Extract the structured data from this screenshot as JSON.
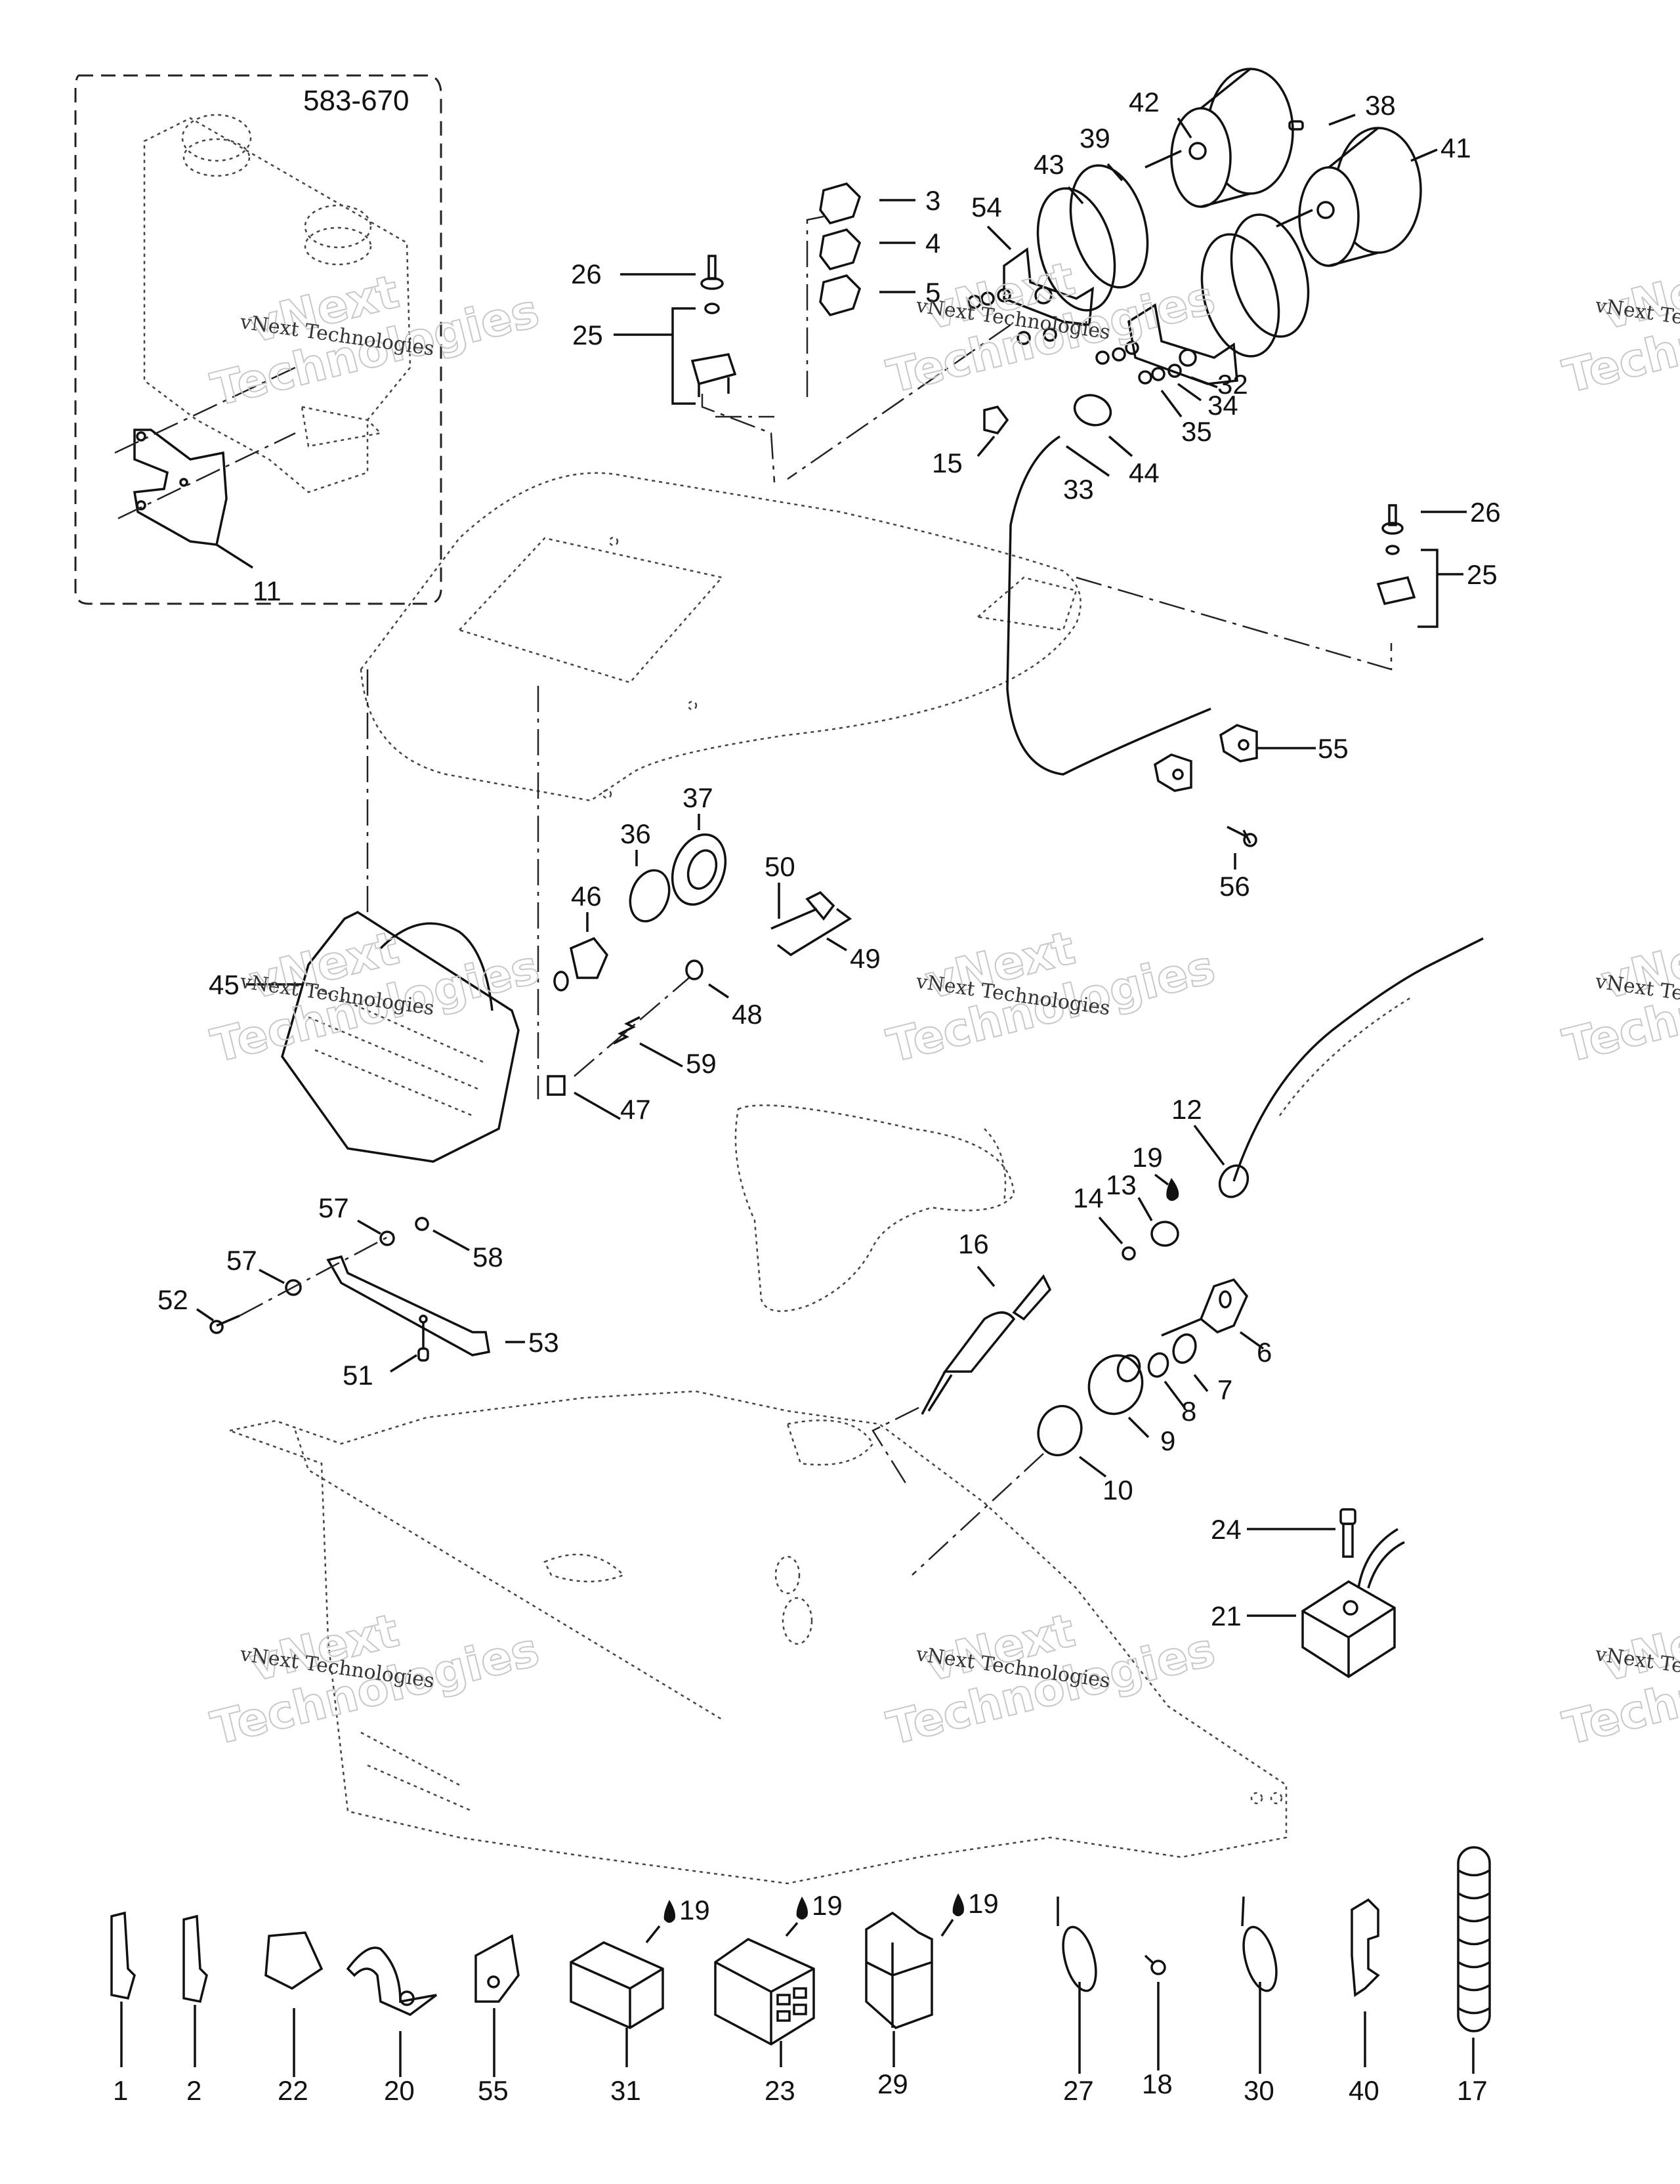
{
  "diagram": {
    "title": "Electrical system parts exploded view",
    "inset": {
      "label": "583-670",
      "callouts": [
        "11"
      ]
    },
    "watermark": {
      "line1": "vNext",
      "line2": "Technologies",
      "caption": "vNext Technologies"
    },
    "callouts": {
      "c3": "3",
      "c4": "4",
      "c5": "5",
      "c26a": "26",
      "c25a": "25",
      "c42": "42",
      "c38": "38",
      "c39": "39",
      "c43": "43",
      "c41": "41",
      "c54": "54",
      "c32": "32",
      "c34": "34",
      "c35": "35",
      "c15": "15",
      "c44": "44",
      "c33": "33",
      "c26b": "26",
      "c25b": "25",
      "c55": "55",
      "c56": "56",
      "c37": "37",
      "c36": "36",
      "c46": "46",
      "c50": "50",
      "c49": "49",
      "c45": "45",
      "c48": "48",
      "c59": "59",
      "c47": "47",
      "c12": "12",
      "c19": "19",
      "c13": "13",
      "c14": "14",
      "c57a": "57",
      "c58": "58",
      "c57b": "57",
      "c52": "52",
      "c53": "53",
      "c51": "51",
      "c16": "16",
      "c6": "6",
      "c7": "7",
      "c8": "8",
      "c9": "9",
      "c10": "10",
      "c24": "24",
      "c21": "21"
    },
    "bottom_row": [
      {
        "id": "1",
        "part": "terminal"
      },
      {
        "id": "2",
        "part": "terminal"
      },
      {
        "id": "22",
        "part": "clip"
      },
      {
        "id": "20",
        "part": "clamp"
      },
      {
        "id": "55",
        "part": "cable-clip"
      },
      {
        "id": "31",
        "part": "connector-housing",
        "note": "19"
      },
      {
        "id": "23",
        "part": "connector-housing-4-pin",
        "note": "19"
      },
      {
        "id": "29",
        "part": "connector-housing-2-pin",
        "note": "19"
      },
      {
        "id": "27",
        "part": "ring-terminal"
      },
      {
        "id": "18",
        "part": "eyelet"
      },
      {
        "id": "30",
        "part": "ring-terminal"
      },
      {
        "id": "40",
        "part": "female-terminal"
      },
      {
        "id": "17",
        "part": "convoluted-tube"
      }
    ]
  }
}
